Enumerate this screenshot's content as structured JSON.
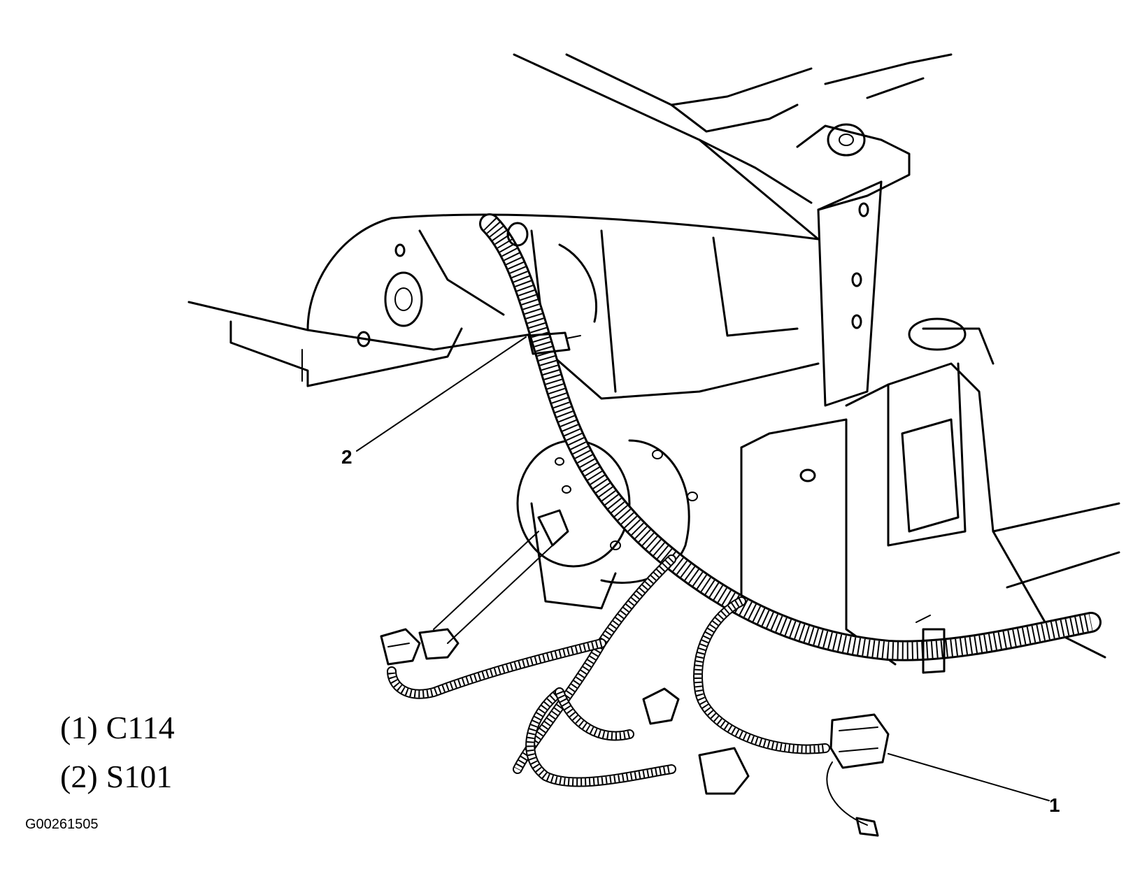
{
  "legend": [
    {
      "number": "(1)",
      "label": "C114"
    },
    {
      "number": "(2)",
      "label": "S101"
    }
  ],
  "callouts": {
    "one": "1",
    "two": "2"
  },
  "figure_id": "G00261505",
  "icons": [
    "wiring-harness-diagram",
    "connector-c114",
    "splice-s101"
  ]
}
